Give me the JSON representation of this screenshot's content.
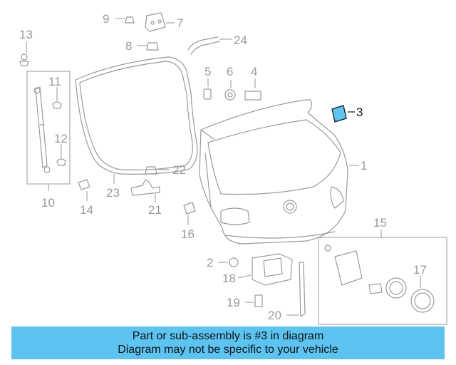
{
  "diagram": {
    "highlighted_part": "3",
    "highlight_color": "#5bc4f1",
    "line_color": "#9a9a9a",
    "callouts": [
      {
        "id": "c1",
        "label": "1"
      },
      {
        "id": "c2",
        "label": "2"
      },
      {
        "id": "c3",
        "label": "3"
      },
      {
        "id": "c4",
        "label": "4"
      },
      {
        "id": "c5",
        "label": "5"
      },
      {
        "id": "c6",
        "label": "6"
      },
      {
        "id": "c7",
        "label": "7"
      },
      {
        "id": "c8",
        "label": "8"
      },
      {
        "id": "c9",
        "label": "9"
      },
      {
        "id": "c10",
        "label": "10"
      },
      {
        "id": "c11",
        "label": "11"
      },
      {
        "id": "c12",
        "label": "12"
      },
      {
        "id": "c13",
        "label": "13"
      },
      {
        "id": "c14",
        "label": "14"
      },
      {
        "id": "c15",
        "label": "15"
      },
      {
        "id": "c16",
        "label": "16"
      },
      {
        "id": "c17",
        "label": "17"
      },
      {
        "id": "c18",
        "label": "18"
      },
      {
        "id": "c19",
        "label": "19"
      },
      {
        "id": "c20",
        "label": "20"
      },
      {
        "id": "c21",
        "label": "21"
      },
      {
        "id": "c22",
        "label": "22"
      },
      {
        "id": "c23",
        "label": "23"
      },
      {
        "id": "c24",
        "label": "24"
      }
    ]
  },
  "banner": {
    "line1": "Part or sub-assembly is #3 in diagram",
    "line2": "Diagram may not be specific to your vehicle",
    "background": "#5bc4f1"
  }
}
